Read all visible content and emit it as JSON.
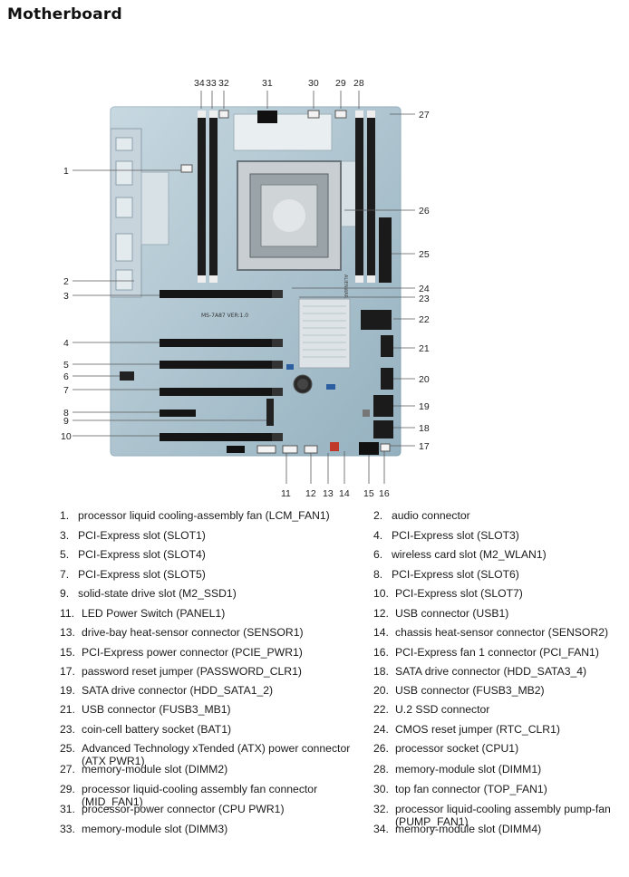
{
  "title": "Motherboard",
  "board_text": {
    "model": "MS-7A87 VER:1.0",
    "brand": "ALIENWARE"
  },
  "callouts": {
    "top": [
      "34",
      "33",
      "32",
      "31",
      "30",
      "29",
      "28"
    ],
    "right": [
      "27",
      "26",
      "25",
      "24",
      "23",
      "22",
      "21",
      "20",
      "19",
      "18",
      "17"
    ],
    "left": [
      "1",
      "2",
      "3",
      "4",
      "5",
      "6",
      "7",
      "8",
      "9",
      "10"
    ],
    "bottom": [
      "11",
      "12",
      "13",
      "14",
      "15",
      "16"
    ]
  },
  "legend": [
    {
      "n": "1.",
      "t": "processor liquid cooling-assembly fan (LCM_FAN1)"
    },
    {
      "n": "2.",
      "t": "audio connector"
    },
    {
      "n": "3.",
      "t": "PCI-Express slot (SLOT1)"
    },
    {
      "n": "4.",
      "t": "PCI-Express slot (SLOT3)"
    },
    {
      "n": "5.",
      "t": "PCI-Express slot (SLOT4)"
    },
    {
      "n": "6.",
      "t": "wireless card slot (M2_WLAN1)"
    },
    {
      "n": "7.",
      "t": "PCI-Express slot (SLOT5)"
    },
    {
      "n": "8.",
      "t": "PCI-Express slot (SLOT6)"
    },
    {
      "n": "9.",
      "t": "solid-state drive slot (M2_SSD1)"
    },
    {
      "n": "10.",
      "t": "PCI-Express slot (SLOT7)"
    },
    {
      "n": "11.",
      "t": "LED Power Switch (PANEL1)"
    },
    {
      "n": "12.",
      "t": "USB connector (USB1)"
    },
    {
      "n": "13.",
      "t": "drive-bay heat-sensor connector (SENSOR1)"
    },
    {
      "n": "14.",
      "t": "chassis heat-sensor connector (SENSOR2)"
    },
    {
      "n": "15.",
      "t": "PCI-Express power connector (PCIE_PWR1)"
    },
    {
      "n": "16.",
      "t": "PCI-Express fan 1 connector (PCI_FAN1)"
    },
    {
      "n": "17.",
      "t": "password reset jumper (PASSWORD_CLR1)"
    },
    {
      "n": "18.",
      "t": "SATA drive connector (HDD_SATA3_4)"
    },
    {
      "n": "19.",
      "t": "SATA drive connector (HDD_SATA1_2)"
    },
    {
      "n": "20.",
      "t": "USB connector (FUSB3_MB2)"
    },
    {
      "n": "21.",
      "t": "USB connector (FUSB3_MB1)"
    },
    {
      "n": "22.",
      "t": "U.2 SSD connector"
    },
    {
      "n": "23.",
      "t": "coin-cell battery socket (BAT1)"
    },
    {
      "n": "24.",
      "t": "CMOS reset jumper (RTC_CLR1)"
    },
    {
      "n": "25.",
      "t": "Advanced Technology xTended (ATX) power connector (ATX PWR1)"
    },
    {
      "n": "26.",
      "t": "processor socket (CPU1)"
    },
    {
      "n": "27.",
      "t": "memory-module slot (DIMM2)"
    },
    {
      "n": "28.",
      "t": "memory-module slot (DIMM1)"
    },
    {
      "n": "29.",
      "t": "processor liquid-cooling assembly fan connector (MID_FAN1)"
    },
    {
      "n": "30.",
      "t": "top fan connector (TOP_FAN1)"
    },
    {
      "n": "31.",
      "t": "processor-power connector (CPU PWR1)"
    },
    {
      "n": "32.",
      "t": "processor liquid-cooling assembly pump-fan (PUMP_FAN1)"
    },
    {
      "n": "33.",
      "t": "memory-module slot (DIMM3)"
    },
    {
      "n": "34.",
      "t": "memory-module slot (DIMM4)"
    }
  ]
}
